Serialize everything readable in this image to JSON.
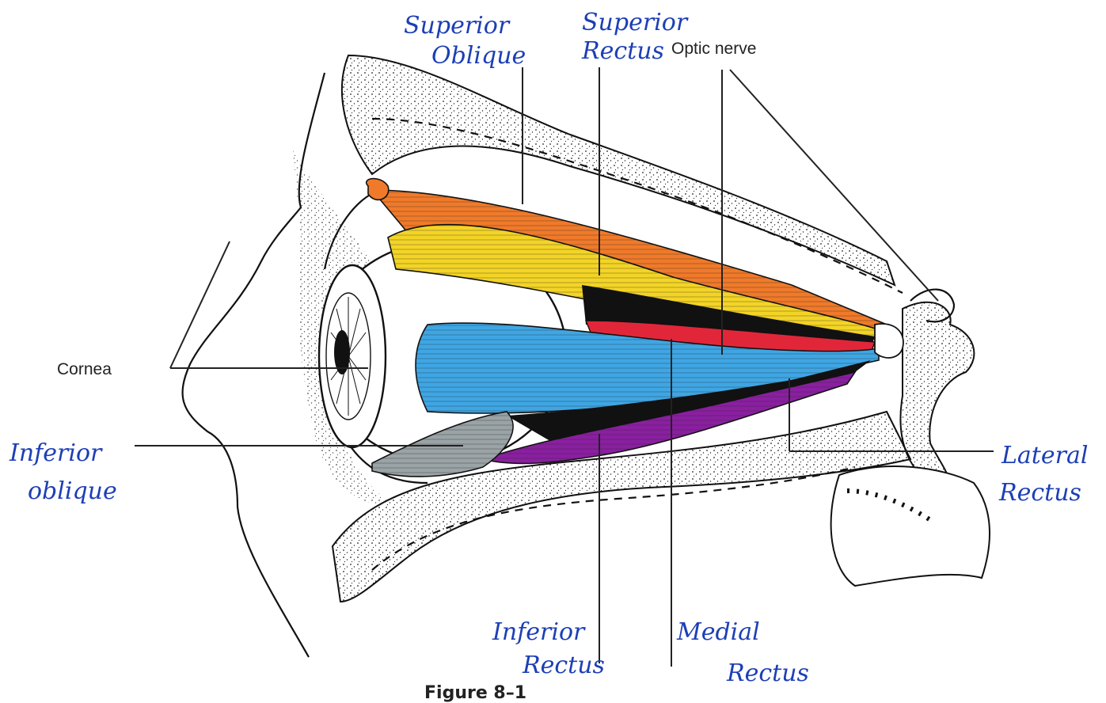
{
  "figure": {
    "caption": "Figure 8–1"
  },
  "labels": {
    "superior_oblique": [
      "Superior",
      "Oblique"
    ],
    "superior_rectus": [
      "Superior",
      "Rectus"
    ],
    "optic_nerve": "Optic nerve",
    "cornea": "Cornea",
    "inferior_oblique": [
      "Inferior",
      "oblique"
    ],
    "lateral_rectus": [
      "Lateral",
      "Rectus"
    ],
    "inferior_rectus": [
      "Inferior",
      "Rectus"
    ],
    "medial_rectus": [
      "Medial",
      "Rectus"
    ]
  },
  "colors": {
    "superior_oblique": "#f07a2a",
    "superior_rectus": "#f3d426",
    "medial_rectus": "#e2263a",
    "lateral_rectus": "#3fa6e3",
    "inferior_rectus": "#8a1fa0",
    "inferior_oblique": "#9aa3a6",
    "handwriting": "#1d3fb5",
    "stipple": "#1a1a1a"
  }
}
